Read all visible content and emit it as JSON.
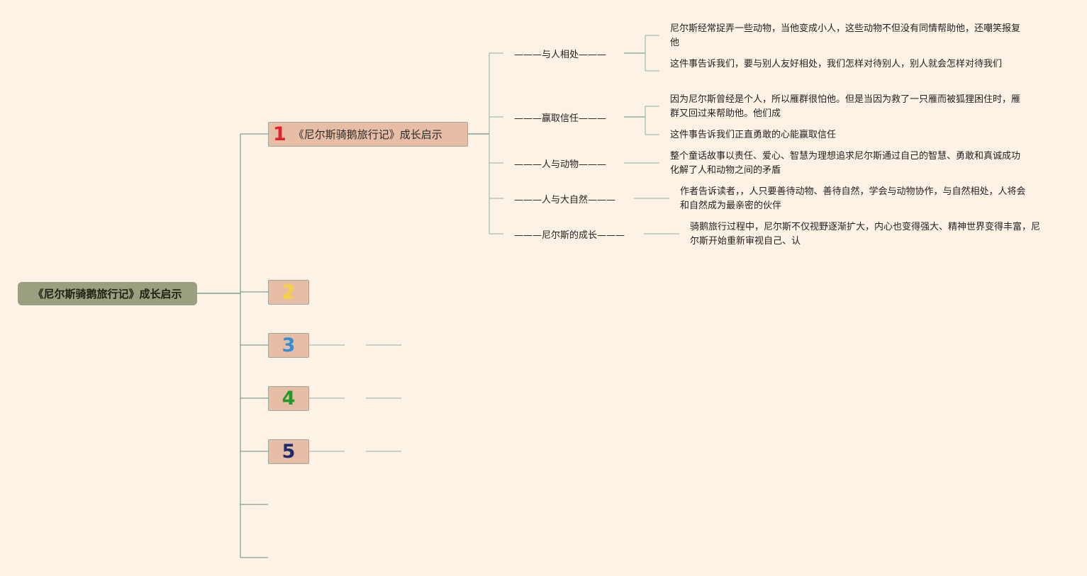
{
  "root": {
    "title": "《尼尔斯骑鹅旅行记》成长启示"
  },
  "topics": [
    {
      "number": "1",
      "label": "《尼尔斯骑鹅旅行记》成长启示",
      "color": "#e0242f"
    },
    {
      "number": "2",
      "label": "",
      "color": "#f6d23e"
    },
    {
      "number": "3",
      "label": "",
      "color": "#2f8fd5"
    },
    {
      "number": "4",
      "label": "",
      "color": "#1f9b2c"
    },
    {
      "number": "5",
      "label": "",
      "color": "#1d2a6e"
    }
  ],
  "subtopics": [
    {
      "label": "———与人相处———",
      "details": [
        "尼尔斯经常捉弄一些动物，当他变成小人，这些动物不但没有同情帮助他，还嘲笑报复他",
        "这件事告诉我们，要与别人友好相处，我们怎样对待别人，别人就会怎样对待我们"
      ]
    },
    {
      "label": "———赢取信任———",
      "details": [
        "因为尼尔斯曾经是个人，所以雁群很怕他。但是当因为救了一只雁而被狐狸困住时，雁群又回过来帮助他。他们成",
        "这件事告诉我们正直勇敢的心能赢取信任"
      ]
    },
    {
      "label": "———人与动物———",
      "details": [
        "整个童话故事以责任、爱心、智慧为理想追求尼尔斯通过自己的智慧、勇敢和真诚成功化解了人和动物之间的矛盾"
      ]
    },
    {
      "label": "———人与大自然———",
      "details": [
        "作者告诉读者，，人只要善待动物、善待自然，学会与动物协作，与自然相处，人将会和自然成为最亲密的伙伴"
      ]
    },
    {
      "label": "———尼尔斯的成长———",
      "details": [
        "骑鹅旅行过程中，尼尔斯不仅视野逐渐扩大，内心也变得强大、精神世界变得丰富，尼尔斯开始重新审视自己、认"
      ]
    }
  ],
  "colors": {
    "background": "#fdf2e6",
    "line": "#5e8f7e",
    "root_fill": "#9a9f7f",
    "topic_fill": "#e7bda6"
  }
}
